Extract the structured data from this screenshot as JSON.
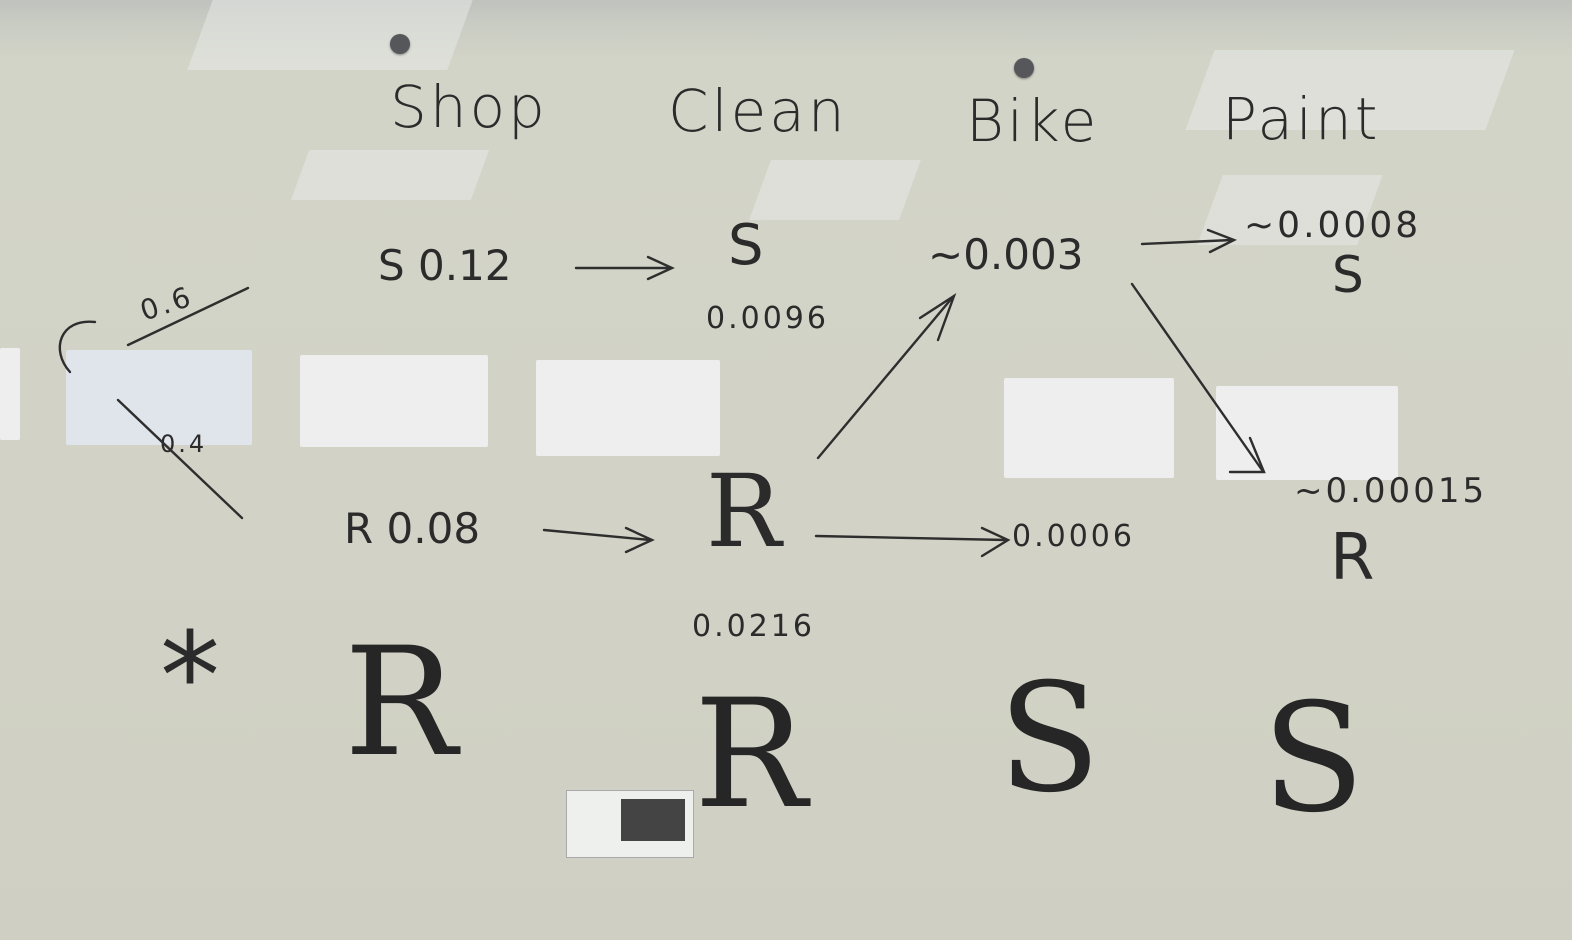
{
  "headers": [
    "Shop",
    "Clean",
    "Bike",
    "Paint"
  ],
  "transitions": {
    "top_label": "0.6",
    "bottom_label": "0.4"
  },
  "row_s": {
    "shop": "S 0.12",
    "clean_state": "S",
    "clean_prob": "0.0096",
    "bike": "~0.003",
    "paint_prob": "~0.0008",
    "paint_state": "S"
  },
  "row_r": {
    "shop": "R 0.08",
    "clean_state": "R",
    "clean_prob": "0.0216",
    "bike": "0.0006",
    "paint_prob": "~0.00015",
    "paint_state": "R"
  },
  "best_path": {
    "marker": "*",
    "states": [
      "R",
      "R",
      "S",
      "S"
    ]
  }
}
